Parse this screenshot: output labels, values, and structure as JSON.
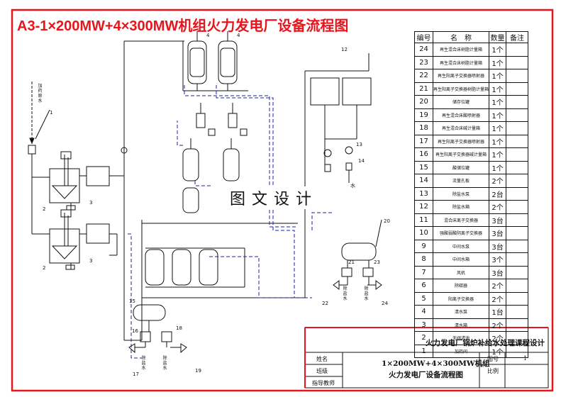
{
  "title": "A3-1×200MW+4×300MW机组火力发电厂设备流程图",
  "watermark": "图文设计",
  "bom": {
    "headers": [
      "编号",
      "名　称",
      "数量",
      "备注"
    ],
    "rows": [
      {
        "no": "24",
        "name": "再生混合床树脂计量箱",
        "qty": "1个"
      },
      {
        "no": "23",
        "name": "再生混合床树脂计量箱",
        "qty": "1个"
      },
      {
        "no": "22",
        "name": "再生阳离子交换器喷射器",
        "qty": "1个"
      },
      {
        "no": "21",
        "name": "再生阳离子交换器树脂计量箱",
        "qty": "1个"
      },
      {
        "no": "20",
        "name": "储存位罐",
        "qty": "1个"
      },
      {
        "no": "19",
        "name": "再生混合床酸喷射器",
        "qty": "1个"
      },
      {
        "no": "18",
        "name": "再生混合床碱计量箱",
        "qty": "1个"
      },
      {
        "no": "17",
        "name": "再生阳离子交换器喷射器",
        "qty": "1个"
      },
      {
        "no": "16",
        "name": "再生阳离子交换器碱计量箱",
        "qty": "1个"
      },
      {
        "no": "15",
        "name": "酸储位罐",
        "qty": "1个"
      },
      {
        "no": "14",
        "name": "流量孔板",
        "qty": "2个"
      },
      {
        "no": "13",
        "name": "除盐水泵",
        "qty": "2台"
      },
      {
        "no": "12",
        "name": "除盐水箱",
        "qty": "2个"
      },
      {
        "no": "11",
        "name": "混合床离子交换器",
        "qty": "3台"
      },
      {
        "no": "10",
        "name": "强酸弱酸阴离子交换器",
        "qty": "3台"
      },
      {
        "no": "9",
        "name": "中间水泵",
        "qty": "3台"
      },
      {
        "no": "8",
        "name": "中间水箱",
        "qty": "3个"
      },
      {
        "no": "7",
        "name": "风机",
        "qty": "3台"
      },
      {
        "no": "6",
        "name": "除碳器",
        "qty": "2个"
      },
      {
        "no": "5",
        "name": "阳离子交换器",
        "qty": "2个"
      },
      {
        "no": "4",
        "name": "清水泵",
        "qty": "1台"
      },
      {
        "no": "3",
        "name": "清水箱",
        "qty": "2个"
      },
      {
        "no": "2",
        "name": "无阀滤池",
        "qty": "2个"
      },
      {
        "no": "1",
        "name": "加药间",
        "qty": "1个"
      }
    ]
  },
  "title_block": {
    "course": "火力发电厂锅炉补给水处理课程设计",
    "drawing_title_line1": "1×200MW+4×300MW机组",
    "drawing_title_line2": "火力发电厂设备流程图",
    "left_labels": [
      "姓名",
      "班级",
      "指导教师"
    ],
    "drawing_no_label": "图号",
    "drawing_no": "1",
    "scale_label": "比例"
  },
  "diagram": {
    "item_labels": [
      "1",
      "2",
      "2",
      "3",
      "3",
      "4",
      "4",
      "12",
      "13",
      "14",
      "15",
      "16",
      "17",
      "18",
      "19",
      "20",
      "21",
      "22",
      "23",
      "24"
    ],
    "pipe_labels": [
      "除盐水",
      "除盐水",
      "除盐水",
      "除盐水",
      "水"
    ],
    "inlet_label": "加药原水"
  },
  "colors": {
    "title": "#e8141c",
    "border": "#e8141c",
    "pipe_dashed": "#1d22a8",
    "line": "#111111"
  }
}
